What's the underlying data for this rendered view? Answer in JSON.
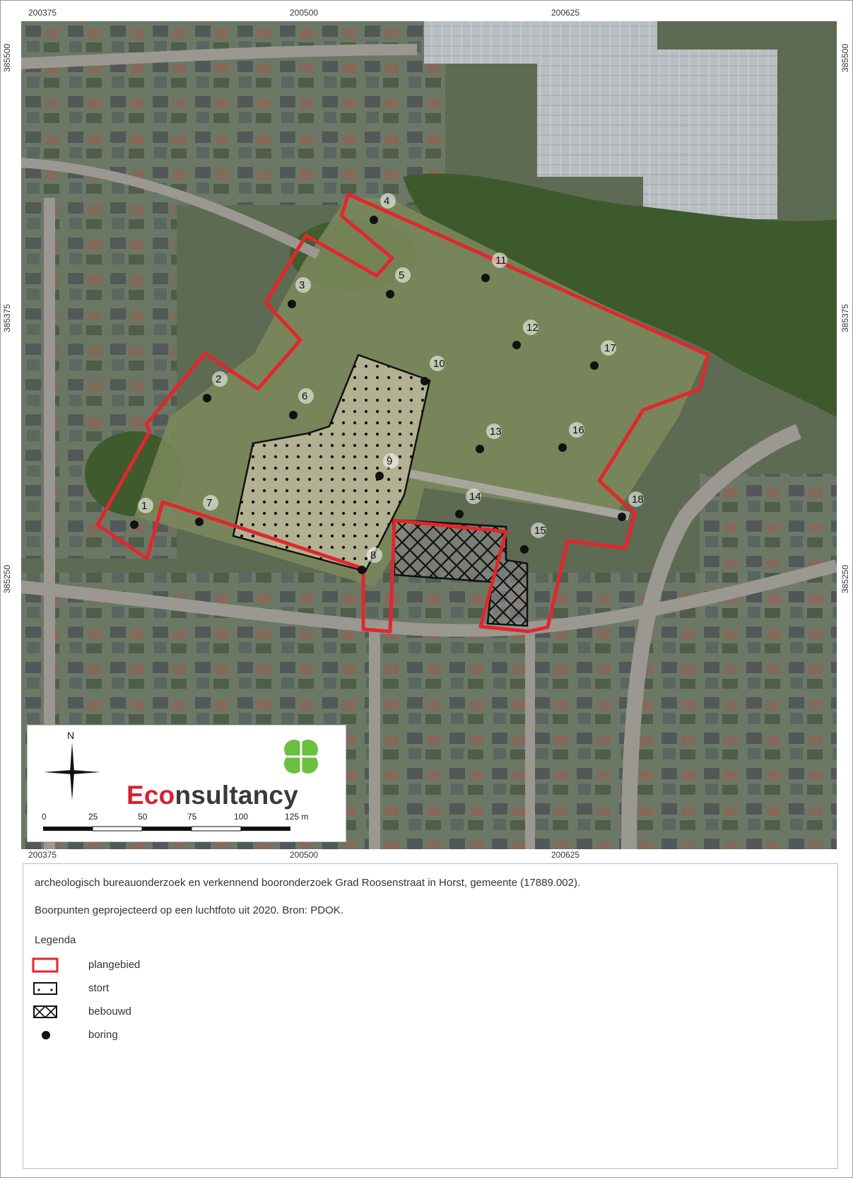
{
  "coords": {
    "x": [
      "200375",
      "200500",
      "200625"
    ],
    "y": [
      "385500",
      "385375",
      "385250"
    ]
  },
  "logo": {
    "north_label": "N",
    "brand_part1": "Eco",
    "brand_part2": "nsultancy",
    "scale_labels": [
      "0",
      "25",
      "50",
      "75",
      "100",
      "125 m"
    ]
  },
  "caption": {
    "line1": "archeologisch bureauonderzoek en verkennend booronderzoek Grad Roosenstraat in Horst, gemeente  (17889.002).",
    "line2": "Boorpunten geprojecteerd op een luchtfoto uit 2020. Bron: PDOK."
  },
  "legend": {
    "title": "Legenda",
    "items": [
      {
        "label": "plangebied",
        "symbol": "outline-red",
        "color": "#e3262d"
      },
      {
        "label": "stort",
        "symbol": "dotted-box"
      },
      {
        "label": "bebouwd",
        "symbol": "crosshatch-box"
      },
      {
        "label": "boring",
        "symbol": "dot"
      }
    ]
  },
  "borings": [
    {
      "label": "1"
    },
    {
      "label": "2"
    },
    {
      "label": "3"
    },
    {
      "label": "4"
    },
    {
      "label": "5"
    },
    {
      "label": "6"
    },
    {
      "label": "7"
    },
    {
      "label": "8"
    },
    {
      "label": "9"
    },
    {
      "label": "10"
    },
    {
      "label": "11"
    },
    {
      "label": "12"
    },
    {
      "label": "13"
    },
    {
      "label": "14"
    },
    {
      "label": "15"
    },
    {
      "label": "16"
    },
    {
      "label": "17"
    },
    {
      "label": "18"
    }
  ],
  "colors": {
    "plangebied": "#e3262d",
    "brand_red": "#d8212e",
    "clover_green": "#6cbf3f"
  }
}
